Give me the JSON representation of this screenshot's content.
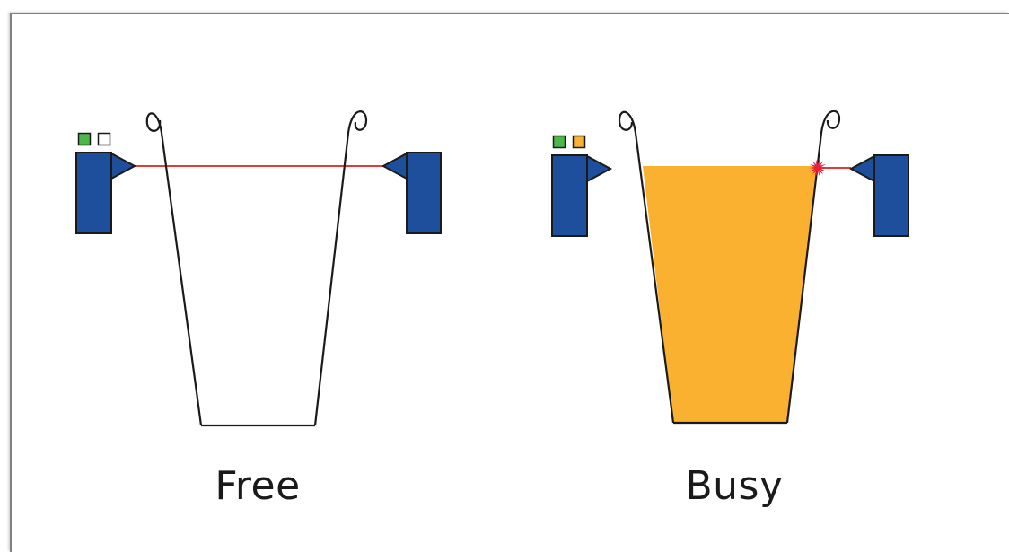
{
  "diagram": {
    "panels": [
      {
        "id": "free",
        "label": "Free",
        "indicators": [
          {
            "name": "power-indicator",
            "color": "#4cb848"
          },
          {
            "name": "status-indicator",
            "color": "#ffffff"
          }
        ],
        "beam": "unbroken",
        "container_fill": "none"
      },
      {
        "id": "busy",
        "label": "Busy",
        "indicators": [
          {
            "name": "power-indicator",
            "color": "#4cb848"
          },
          {
            "name": "status-indicator",
            "color": "#f9b233"
          }
        ],
        "beam": "interrupted",
        "container_fill": "#fbb130"
      }
    ],
    "colors": {
      "sensor": "#1d4f9c",
      "beam": "#e63a3a",
      "outline": "#1a1a1a"
    }
  }
}
